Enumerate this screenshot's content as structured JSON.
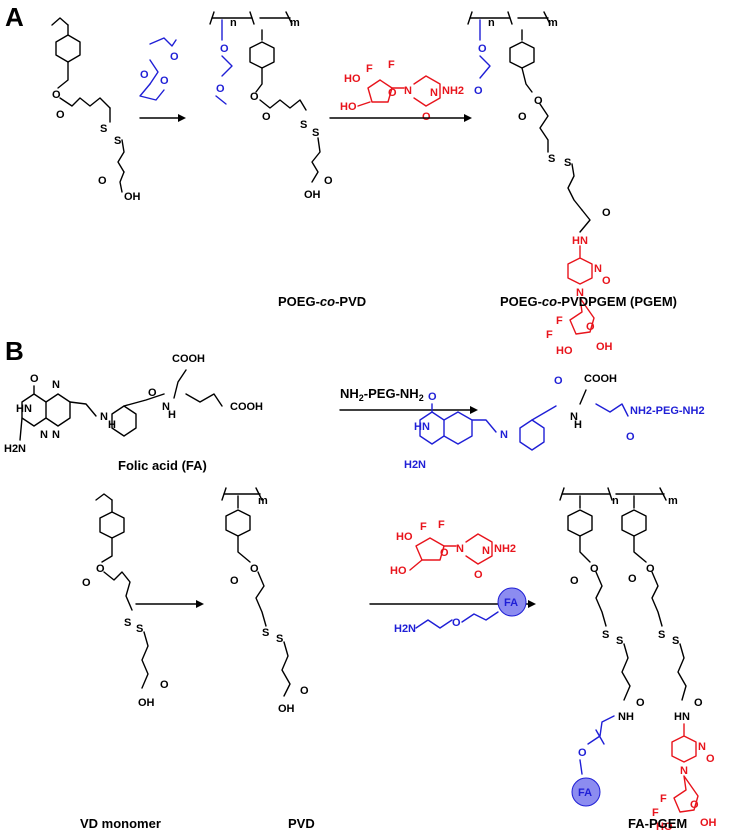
{
  "panels": {
    "a": "A",
    "b": "B"
  },
  "captions": {
    "poeg_pre": "POEG-",
    "poeg_co": "co",
    "poeg_post": "-PVD",
    "pgem_pre": "POEG-",
    "pgem_co": "co",
    "pgem_post": "-PVDPGEM (PGEM)",
    "fa": "Folic acid (FA)",
    "vd": "VD monomer",
    "pvd": "PVD",
    "fapgem": "FA-PGEM"
  },
  "reagent": {
    "nh2": "NH",
    "sub2": "2",
    "peg": "-PEG-NH",
    "sub2b": "2"
  },
  "atoms": {
    "O": "O",
    "OH": "OH",
    "HO": "HO",
    "F": "F",
    "N": "N",
    "NH": "NH",
    "NH2": "NH2",
    "H2N": "H2N",
    "HN": "HN",
    "H": "H",
    "S": "S",
    "COOH": "COOH",
    "FA": "FA",
    "n": "n",
    "m": "m",
    "NHPEG": "NH2-PEG-NH2"
  },
  "colors": {
    "black": "#000000",
    "blue": "#1f1fd6",
    "red": "#e8141c",
    "fa_fill": "#8c8cf0"
  }
}
